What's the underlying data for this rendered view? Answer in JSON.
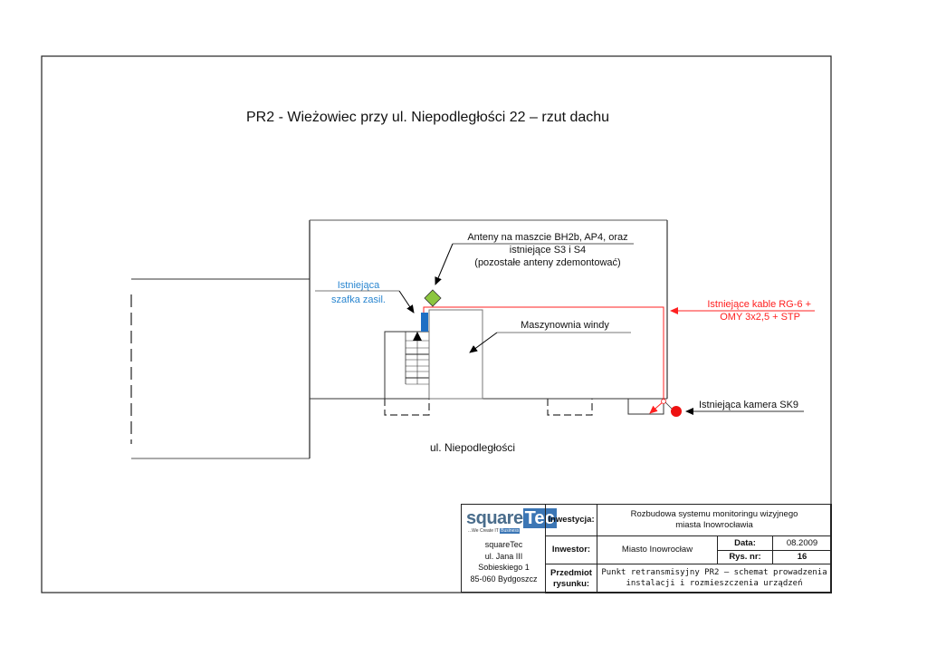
{
  "drawing": {
    "title": "PR2 - Wieżowiec przy ul. Niepodległości 22 – rzut dachu",
    "street_label": "ul. Niepodległości",
    "annotations": {
      "antennas": [
        "Anteny na maszcie BH2b, AP4, oraz",
        "istniejące S3 i S4",
        "(pozostałe anteny zdemontować)"
      ],
      "cabinet": [
        "Istniejąca",
        "szafka zasil."
      ],
      "machine_room": "Maszynownia windy",
      "cables": [
        "Istniejące kable RG-6 +",
        "OMY 3x2,5 + STP"
      ],
      "camera": "Istniejąca kamera SK9"
    },
    "colors": {
      "cable_red": "#ff2020",
      "cabinet_blue": "#1f6fc4",
      "antenna_green": "#8cc63f",
      "camera_red": "#ee1111",
      "cabinet_label_blue": "#2a86d0"
    }
  },
  "title_block": {
    "company_logo": {
      "word1": "square",
      "word2": "Tec",
      "slogan": "...We Create IT",
      "slogan_highlight": "Business"
    },
    "company_address": [
      "squareTec",
      "ul. Jana III",
      "Sobieskiego 1",
      "85-060 Bydgoszcz"
    ],
    "inwestycja_label": "Inwestycja:",
    "inwestycja_value": [
      "Rozbudowa systemu monitoringu wizyjnego",
      "miasta  Inowrocławia"
    ],
    "inwestor_label": "Inwestor:",
    "inwestor_value": "Miasto Inowrocław",
    "data_label": "Data:",
    "data_value": "08.2009",
    "rys_label": "Rys. nr:",
    "rys_value": "16",
    "przedmiot_label": [
      "Przedmiot",
      "rysunku:"
    ],
    "przedmiot_value": [
      "Punkt retransmisyjny PR2 – schemat prowadzenia",
      "instalacji i rozmieszczenia urządzeń"
    ]
  }
}
